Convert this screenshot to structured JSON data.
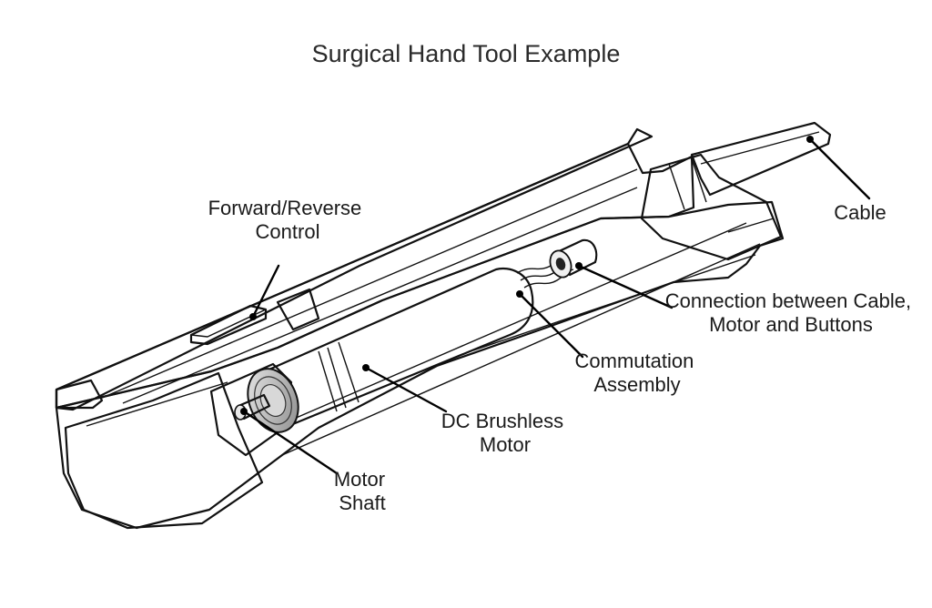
{
  "title": "Surgical Hand Tool Example",
  "labels": {
    "forward_reverse": [
      "Forward/Reverse",
      "Control"
    ],
    "cable": [
      "Cable"
    ],
    "connection": [
      "Connection between Cable,",
      "Motor and Buttons"
    ],
    "commutation": [
      "Commutation",
      "Assembly"
    ],
    "dc_motor": [
      "DC Brushless",
      "Motor"
    ],
    "motor_shaft": [
      "Motor",
      "Shaft"
    ]
  },
  "colors": {
    "housing": "#e6e6e6",
    "housing_light": "#f3f3f3",
    "housing_shade": "#c9c9c9",
    "motor_metal": "#b8b8b8",
    "outline": "#111111"
  }
}
